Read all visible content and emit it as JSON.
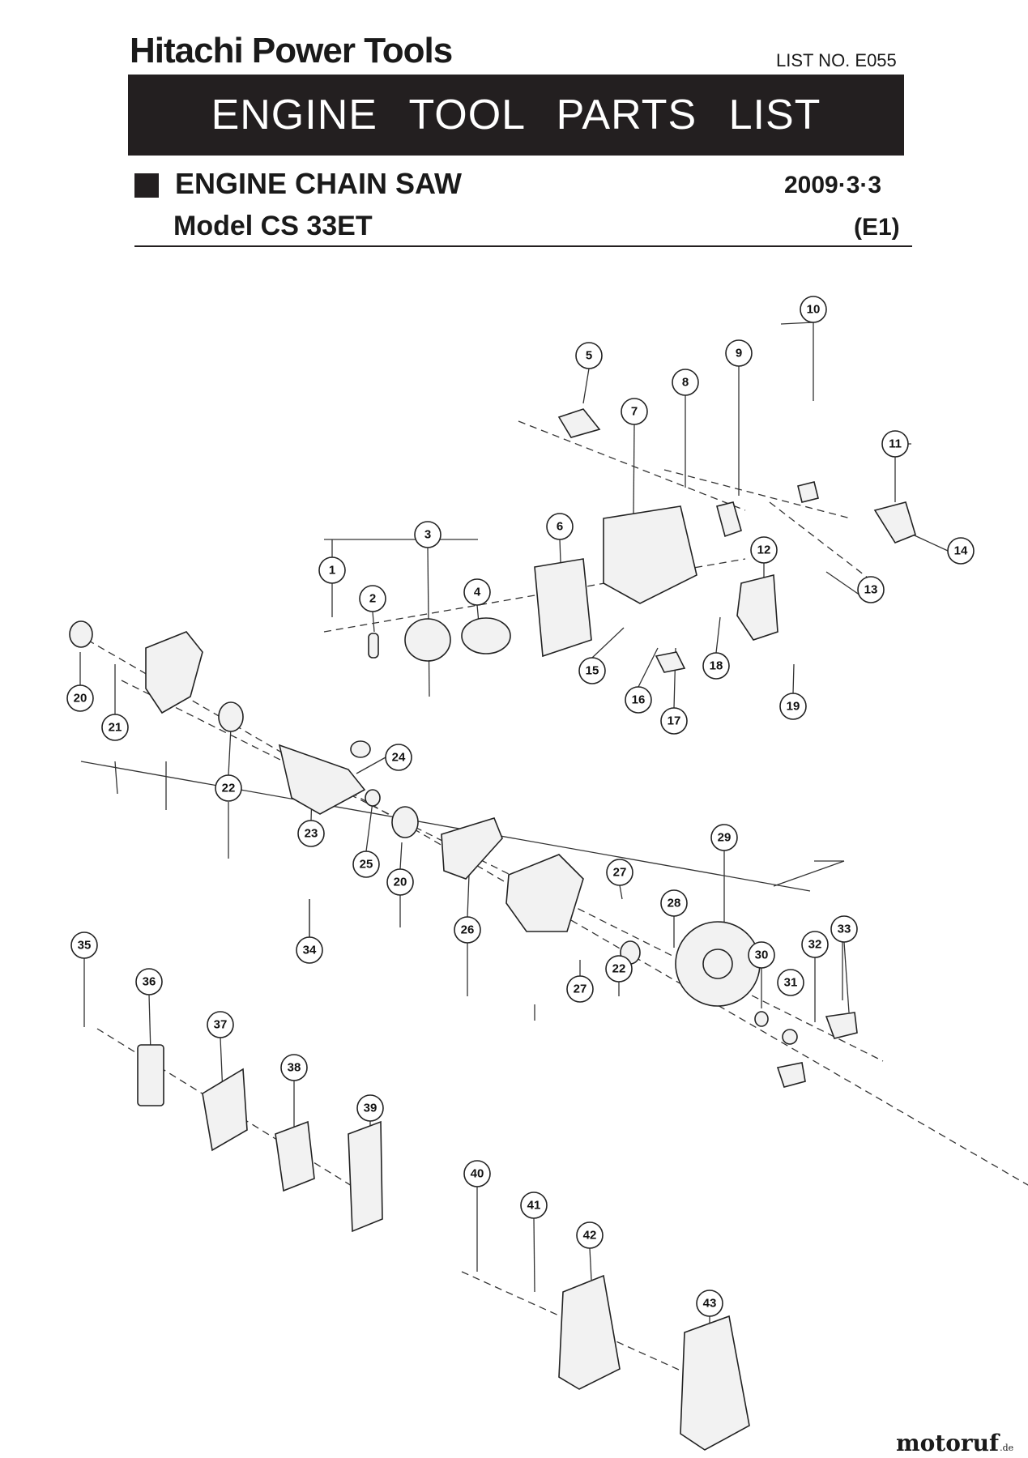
{
  "header": {
    "brand": "Hitachi Power Tools",
    "list_no": "LIST NO. E055",
    "banner": "ENGINE TOOL PARTS LIST",
    "tool_type": "ENGINE CHAIN SAW",
    "date": "2009·3·3",
    "model": "Model CS 33ET",
    "variant": "(E1)"
  },
  "diagram": {
    "callouts": [
      "1",
      "2",
      "3",
      "4",
      "5",
      "6",
      "7",
      "8",
      "9",
      "10",
      "11",
      "12",
      "13",
      "14",
      "15",
      "16",
      "17",
      "18",
      "19",
      "20",
      "21",
      "22",
      "23",
      "24",
      "25",
      "26",
      "27",
      "28",
      "29",
      "30",
      "31",
      "32",
      "33",
      "34",
      "35",
      "36",
      "37",
      "38",
      "39",
      "40",
      "41",
      "42",
      "43",
      "20",
      "22",
      "27"
    ]
  },
  "watermark": {
    "text": "motoruf",
    "suffix": ".de"
  },
  "colors": {
    "banner_bg": "#231f20",
    "banner_text": "#ffffff",
    "line": "#231f20"
  }
}
